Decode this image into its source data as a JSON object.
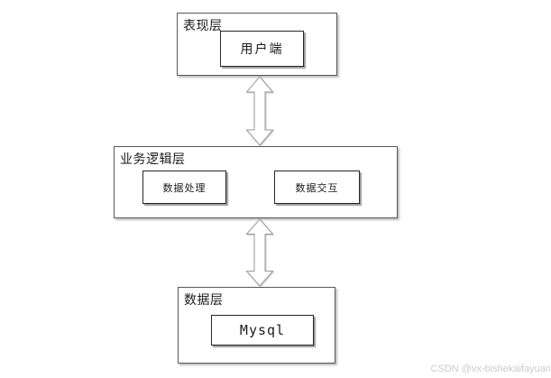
{
  "diagram": {
    "type": "three-tier-architecture",
    "layers": [
      {
        "id": "presentation-layer",
        "title": "表现层",
        "children": [
          {
            "label": "用户端"
          }
        ]
      },
      {
        "id": "business-logic-layer",
        "title": "业务逻辑层",
        "children": [
          {
            "label": "数据处理"
          },
          {
            "label": "数据交互"
          }
        ]
      },
      {
        "id": "data-layer",
        "title": "数据层",
        "children": [
          {
            "label": "Mysql"
          }
        ]
      }
    ],
    "connectors": [
      {
        "type": "double-headed-vertical-arrow",
        "from": "presentation-layer",
        "to": "business-logic-layer"
      },
      {
        "type": "double-headed-vertical-arrow",
        "from": "business-logic-layer",
        "to": "data-layer"
      }
    ]
  },
  "watermark": {
    "text": "CSDN @vx-bishekaifayuan"
  },
  "colors": {
    "background": "#ffffff",
    "box_border": "#595959",
    "node_border": "#262626",
    "box_shadow": "#bdbdbd",
    "arrow_outline": "#999999",
    "arrow_fill": "#ffffff",
    "watermark_text": "#cbcbcb"
  }
}
